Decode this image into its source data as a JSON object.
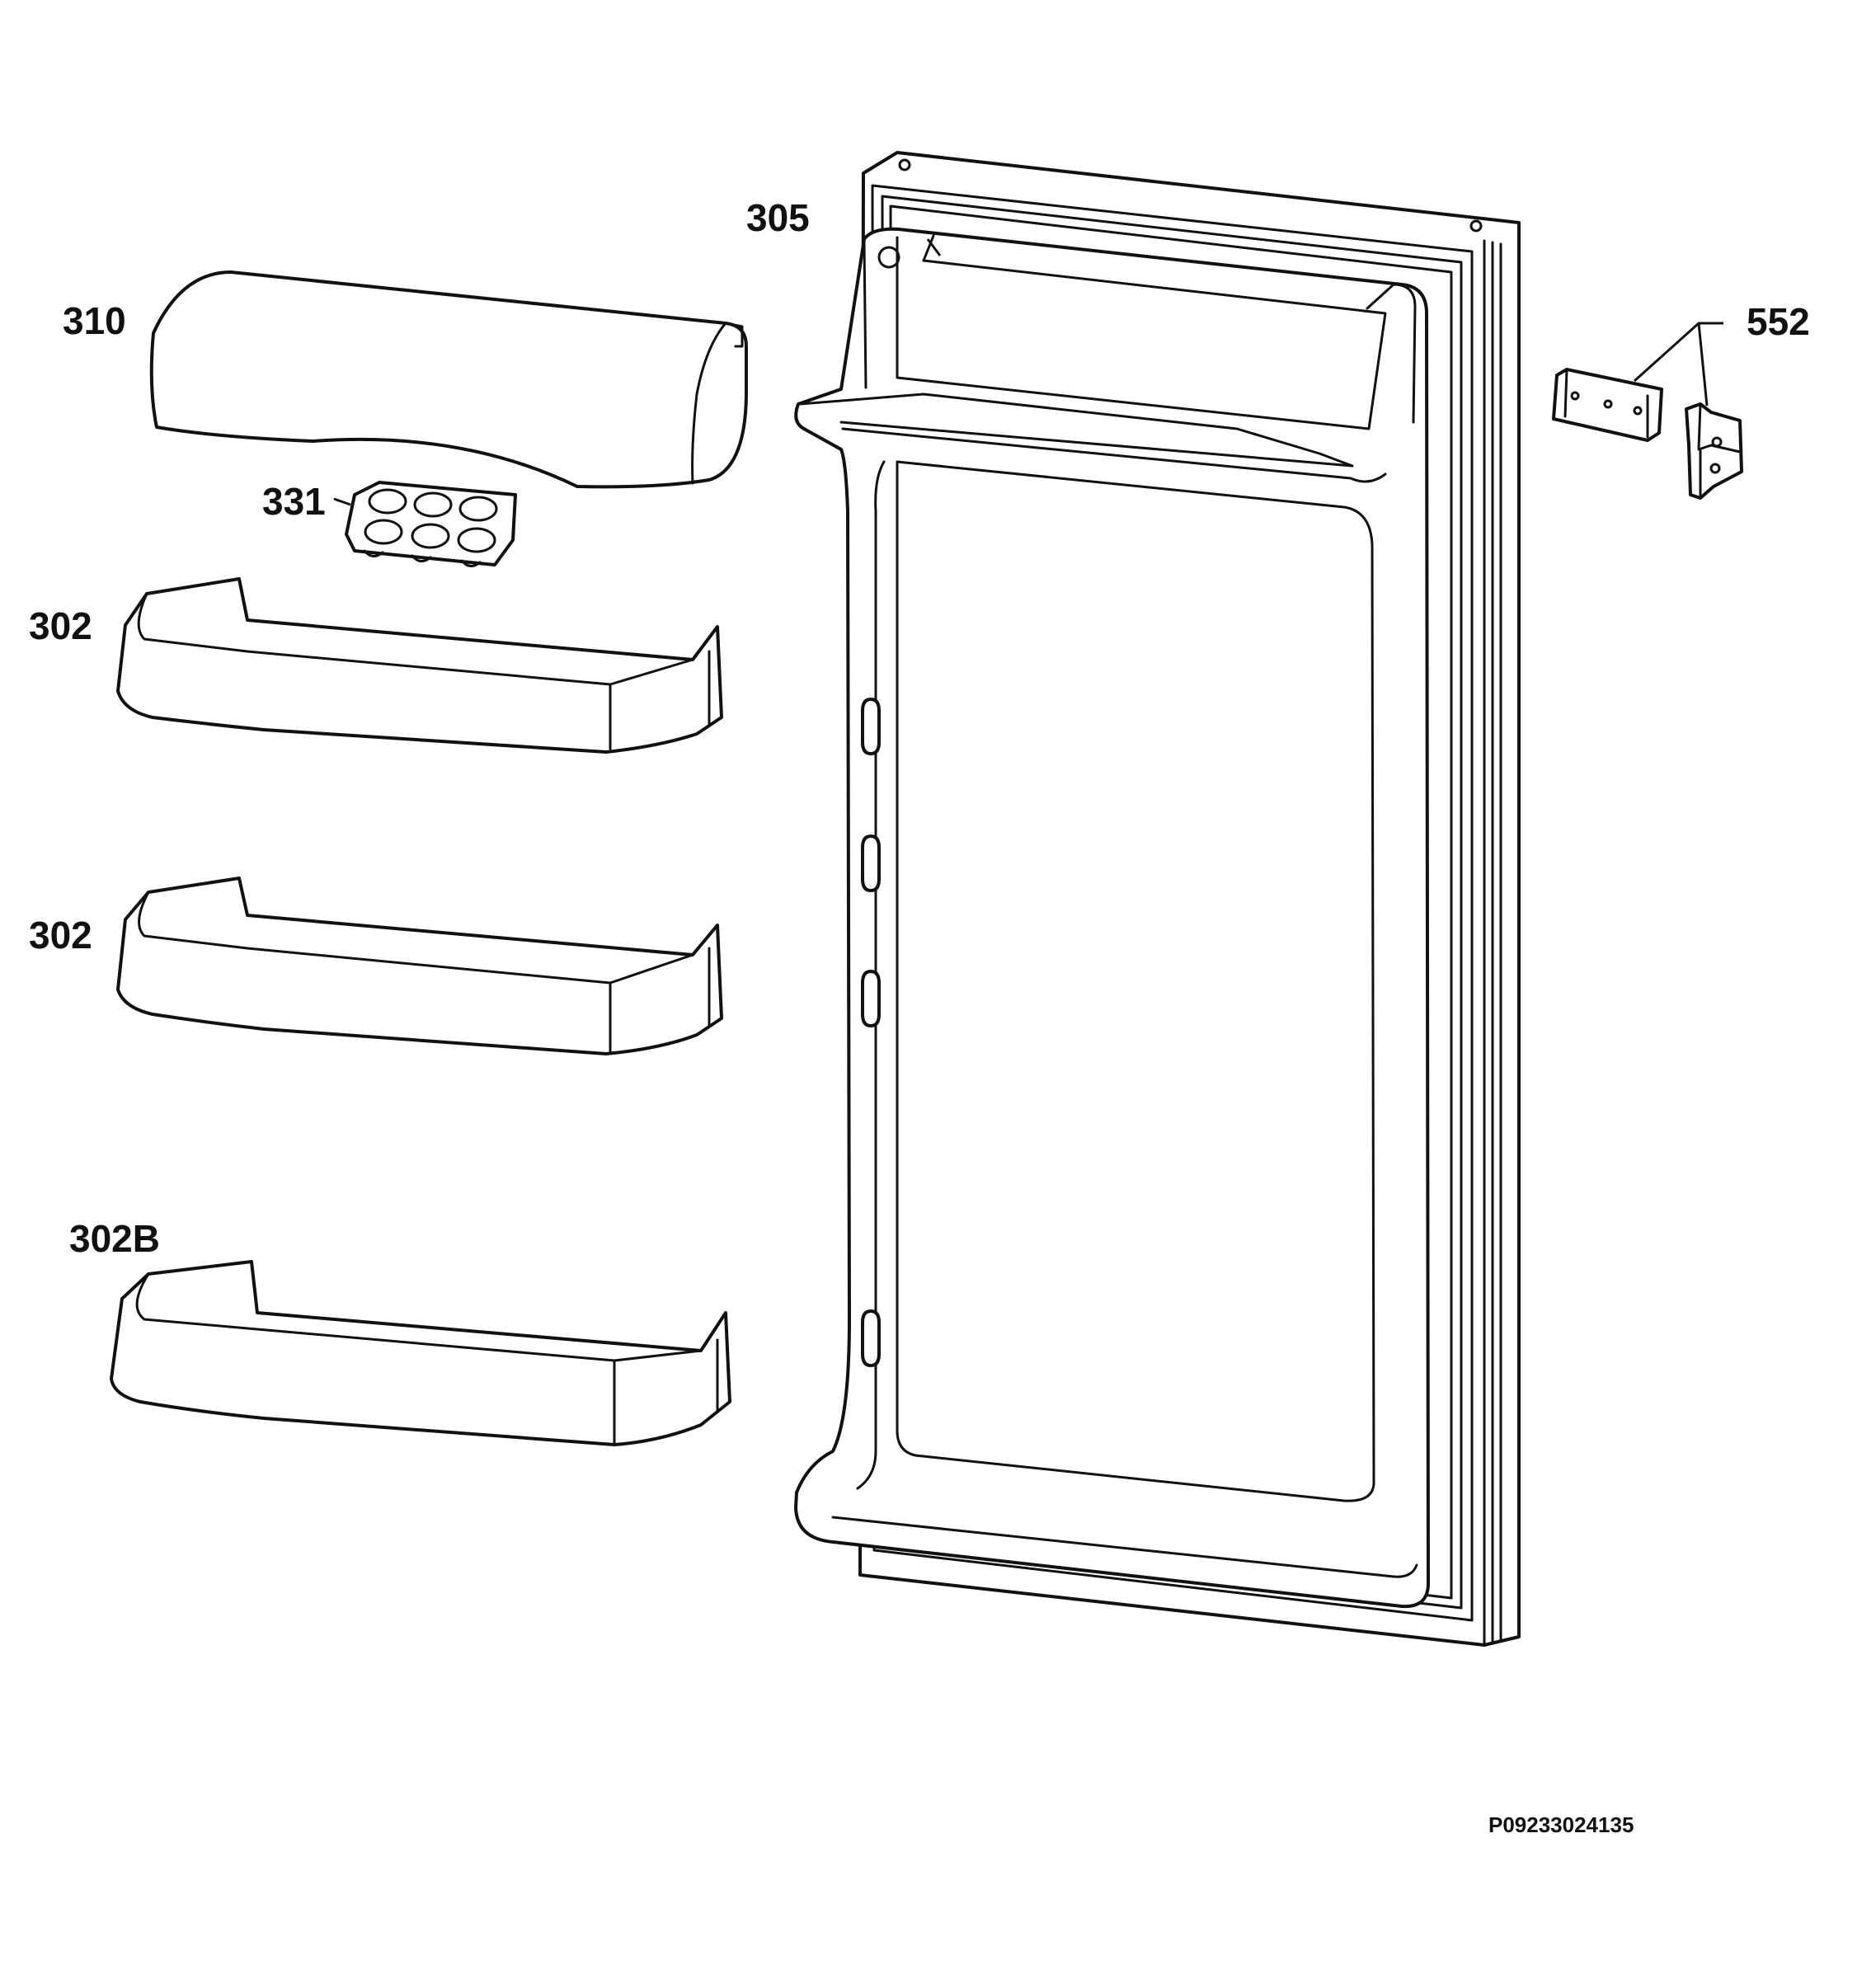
{
  "callouts": {
    "p305": "305",
    "p310": "310",
    "p331": "331",
    "p302a": "302",
    "p302b": "302",
    "p302B": "302B",
    "p552": "552"
  },
  "drawing_code": "P09233024135"
}
